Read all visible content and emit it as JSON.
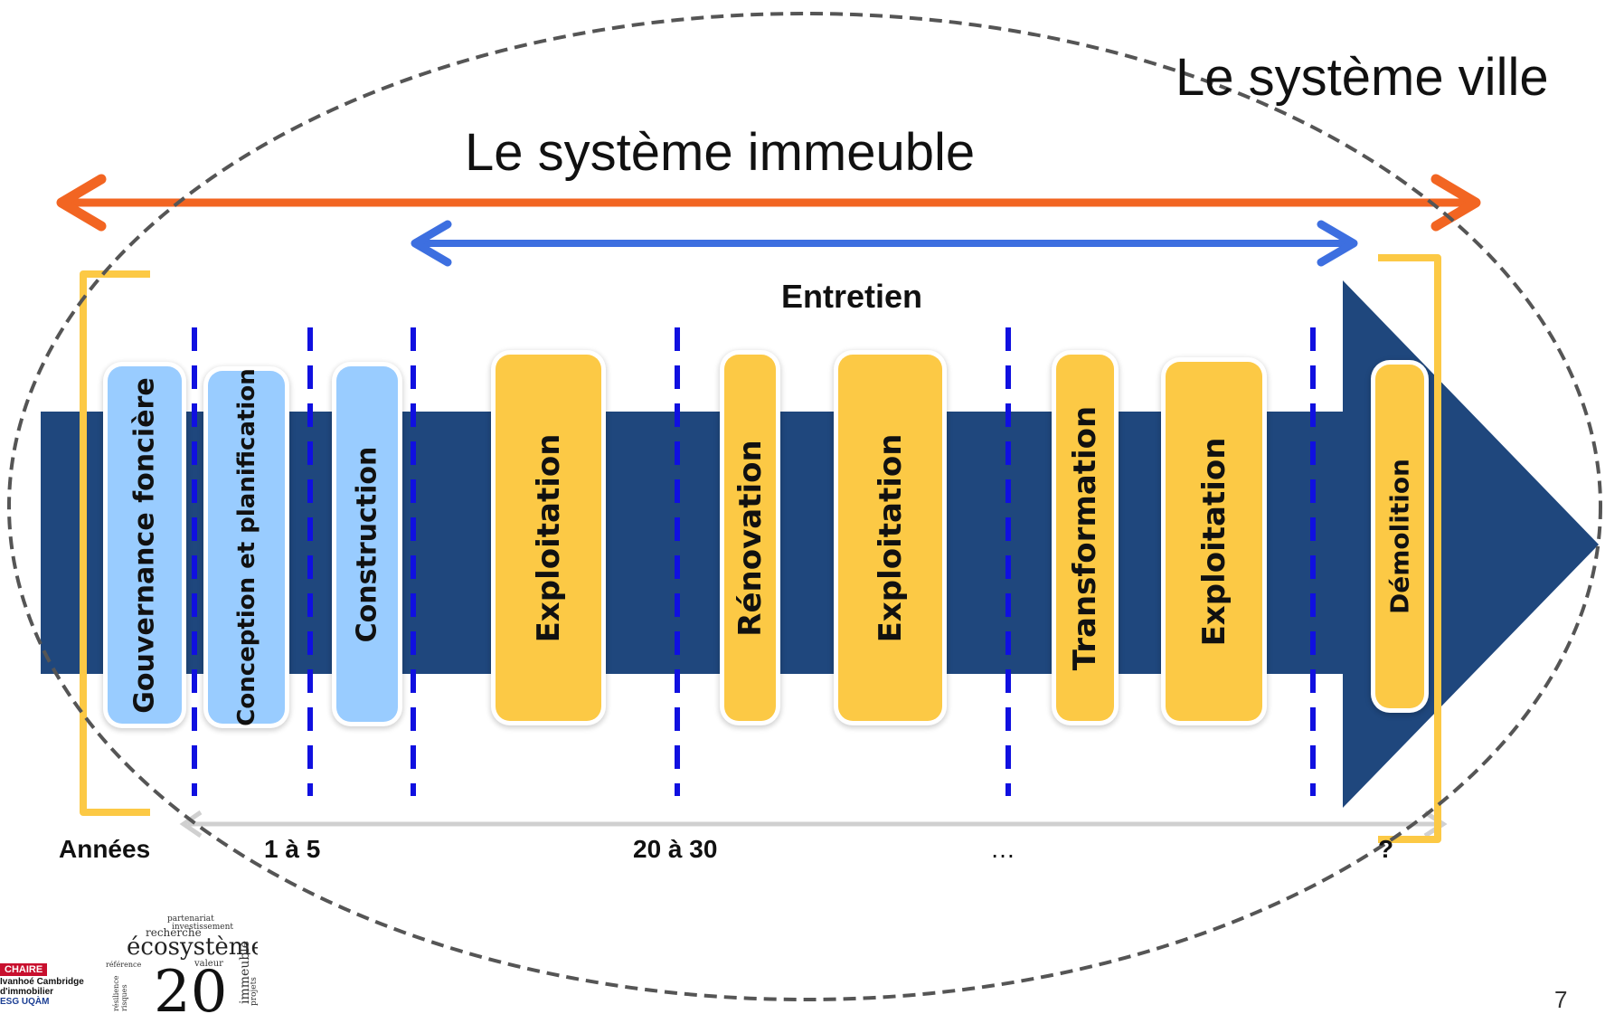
{
  "titles": {
    "systeme_ville": "Le système ville",
    "systeme_immeuble": "Le système immeuble",
    "entretien": "Entretien"
  },
  "phases": [
    {
      "label": "Gouvernance foncière",
      "kind": "planning"
    },
    {
      "label": "Conception et planification",
      "kind": "planning"
    },
    {
      "label": "Construction",
      "kind": "planning"
    },
    {
      "label": "Exploitation",
      "kind": "operation"
    },
    {
      "label": "Rénovation",
      "kind": "operation"
    },
    {
      "label": "Exploitation",
      "kind": "operation"
    },
    {
      "label": "Transformation",
      "kind": "operation"
    },
    {
      "label": "Exploitation",
      "kind": "operation"
    },
    {
      "label": "Démolition",
      "kind": "operation"
    }
  ],
  "years_axis": {
    "label": "Années",
    "marks": [
      "1 à 5",
      "20 à 30",
      "…",
      "?"
    ]
  },
  "logo": {
    "badge": "CHAIRE",
    "line1": "Ivanhoé Cambridge",
    "line2": "d'immobilier",
    "line3": "ESG UQÀM",
    "anniversary": "20",
    "word_cloud": [
      "écosystème",
      "investissement",
      "partenariat",
      "recherche",
      "valeur",
      "référence",
      "immeuble",
      "projets",
      "résilience",
      "risques"
    ]
  },
  "page_number": "7",
  "colors": {
    "band": "#1f477d",
    "planning_box": "#99ccff",
    "operation_box": "#fcc945",
    "bracket": "#fcc945",
    "building_arrow": "#f26522",
    "maintenance_arrow": "#3d6fe0",
    "phase_divider": "#1010e0",
    "city_ellipse": "#555555"
  },
  "icons": {
    "logo_mark": "chaire-logo-icon",
    "anniversary_mark": "anniversary-20-icon"
  }
}
